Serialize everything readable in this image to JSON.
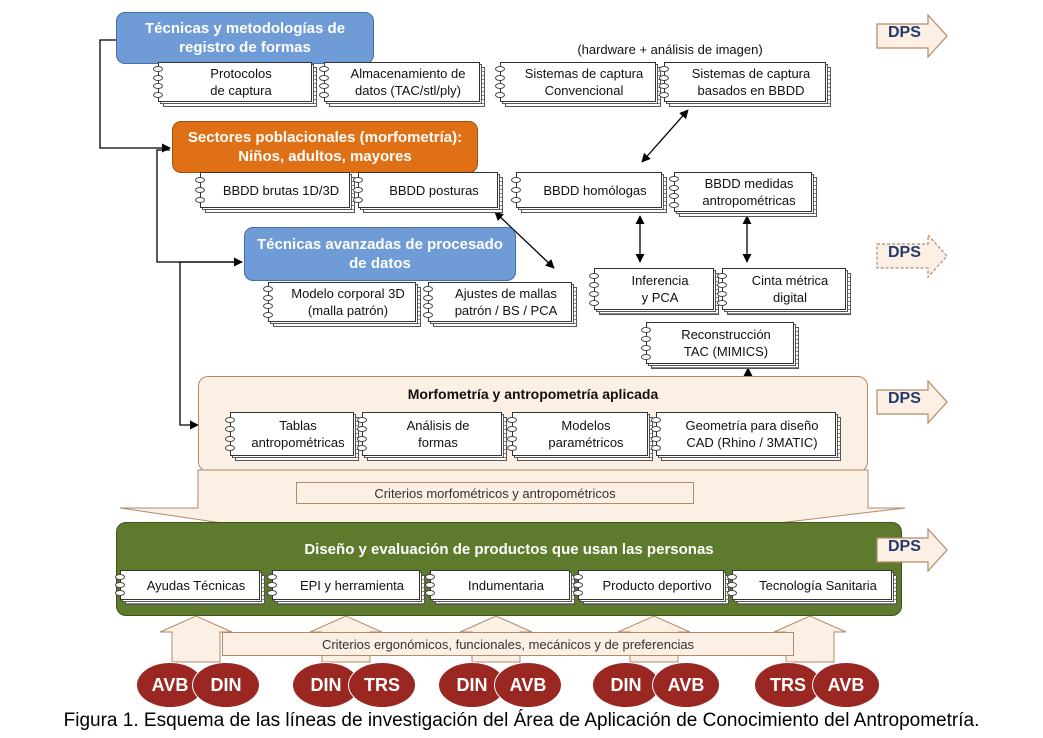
{
  "headers": {
    "registro": [
      "Técnicas y metodologías de",
      "registro de formas"
    ],
    "sectores": [
      "Sectores poblacionales (morfometría):",
      "Niños, adultos, mayores"
    ],
    "procesado": [
      "Técnicas avanzadas de procesado",
      "de datos"
    ]
  },
  "hardware_note": "(hardware + análisis de imagen)",
  "cards": {
    "protocolos": [
      "Protocolos",
      "de captura"
    ],
    "almacenamiento": [
      "Almacenamiento de",
      "datos (TAC/stl/ply)"
    ],
    "captura_conv": [
      "Sistemas de captura",
      "Convencional"
    ],
    "captura_bbdd": [
      "Sistemas de captura",
      "basados en BBDD"
    ],
    "bbdd_brutas": [
      "BBDD brutas 1D/3D"
    ],
    "bbdd_posturas": [
      "BBDD posturas"
    ],
    "bbdd_homologas": [
      "BBDD homólogas"
    ],
    "bbdd_medidas": [
      "BBDD medidas",
      "antropométricas"
    ],
    "modelo_corporal": [
      "Modelo corporal 3D",
      "(malla patrón)"
    ],
    "ajustes_mallas": [
      "Ajustes de mallas",
      "patrón / BS / PCA"
    ],
    "inferencia": [
      "Inferencia",
      "y PCA"
    ],
    "cinta": [
      "Cinta métrica",
      "digital"
    ],
    "reconstruccion": [
      "Reconstrucción",
      "TAC (MIMICS)"
    ],
    "tablas": [
      "Tablas",
      "antropométricas"
    ],
    "analisis": [
      "Análisis de",
      "formas"
    ],
    "modelos": [
      "Modelos",
      "paramétricos"
    ],
    "geometria": [
      "Geometría para diseño",
      "CAD (Rhino / 3MATIC)"
    ],
    "ayudas": [
      "Ayudas Técnicas"
    ],
    "epi": [
      "EPI y herramienta"
    ],
    "indumentaria": [
      "Indumentaria"
    ],
    "producto": [
      "Producto deportivo"
    ],
    "tecnologia": [
      "Tecnología Sanitaria"
    ]
  },
  "morfometria_title": "Morfometría y antropometría aplicada",
  "criterios_morfo": "Criterios morfométricos y antropométricos",
  "diseno_title": "Diseño y evaluación de productos que usan las personas",
  "criterios_ergo": "Criterios ergonómicos, funcionales, mecánicos y de preferencias",
  "dps_label": "DPS",
  "ovals": [
    [
      "AVB",
      "DIN"
    ],
    [
      "DIN",
      "TRS"
    ],
    [
      "DIN",
      "AVB"
    ],
    [
      "DIN",
      "AVB"
    ],
    [
      "TRS",
      "AVB"
    ]
  ],
  "caption": "Figura 1. Esquema de las líneas de investigación del Área de Aplicación de Conocimiento del Antropometría.",
  "colors": {
    "blue": "#6f9bd6",
    "orange": "#e07016",
    "green": "#5e7a2c",
    "peach": "#fcefe3",
    "oval": "#9b2722",
    "dps_text": "#233a6b"
  }
}
